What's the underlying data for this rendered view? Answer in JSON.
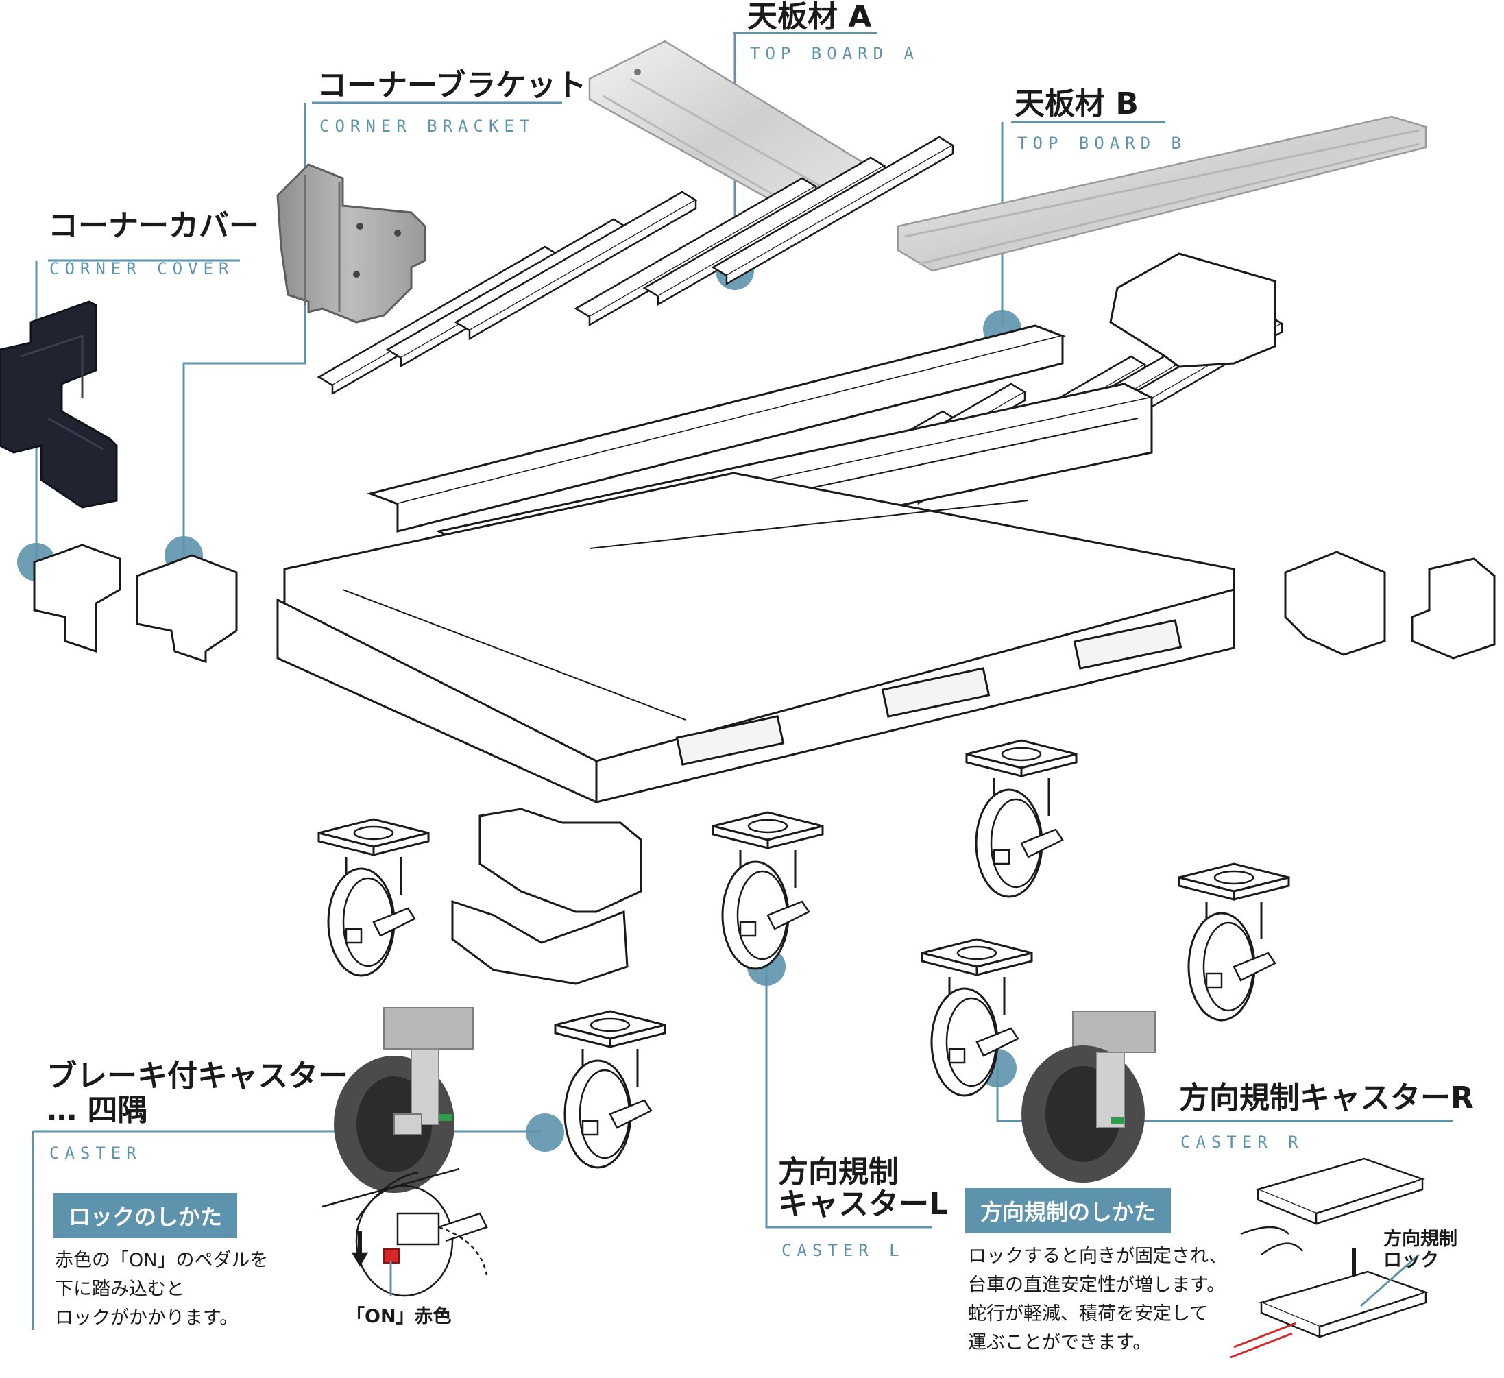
{
  "labels": {
    "corner_cover": {
      "ja": "コーナーカバー",
      "en": "CORNER COVER"
    },
    "corner_bracket": {
      "ja": "コーナーブラケット",
      "en": "CORNER BRACKET"
    },
    "top_board_a": {
      "ja": "天板材 A",
      "en": "TOP BOARD A"
    },
    "top_board_b": {
      "ja": "天板材 B",
      "en": "TOP BOARD B"
    },
    "caster": {
      "ja_line1": "ブレーキ付キャスター",
      "ja_line2": "… 四隅",
      "en": "CASTER"
    },
    "caster_l": {
      "ja_line1": "方向規制",
      "ja_line2": "キャスターL",
      "en": "CASTER L"
    },
    "caster_r": {
      "ja": "方向規制キャスターR",
      "en": "CASTER R"
    }
  },
  "lock": {
    "badge": "ロックのしかた",
    "text": "赤色の「ON」のペダルを\n下に踏み込むと\nロックがかかります。",
    "pedal_label": "「ON」赤色"
  },
  "direction": {
    "badge": "方向規制のしかた",
    "text": "ロックすると向きが固定され、\n台車の直進安定性が増します。\n蛇行が軽減、積荷を安定して\n運ぶことができます。",
    "lock_label": "方向規制\nロック"
  },
  "colors": {
    "accent": "#5d93ad",
    "line": "#1a1a1a",
    "pedal": "#d62828"
  }
}
